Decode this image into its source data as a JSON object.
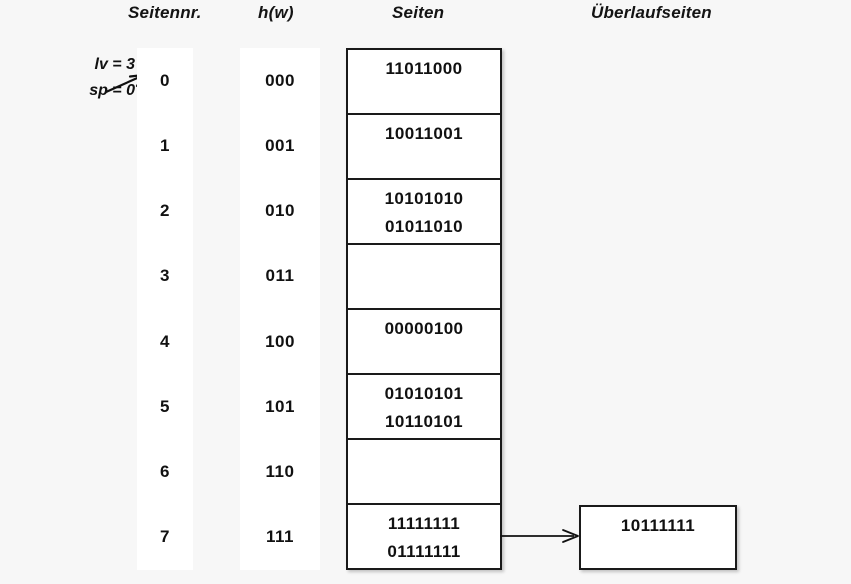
{
  "headers": {
    "seitennr": "Seitennr.",
    "hw": "h(w)",
    "seiten": "Seiten",
    "ueberlaufseiten": "Überlaufseiten"
  },
  "params": {
    "lv": "lv = 3",
    "sp": "sp = 0"
  },
  "rows": [
    {
      "seitennr": "0",
      "hw": "000",
      "entries": [
        "11011000"
      ]
    },
    {
      "seitennr": "1",
      "hw": "001",
      "entries": [
        "10011001"
      ]
    },
    {
      "seitennr": "2",
      "hw": "010",
      "entries": [
        "10101010",
        "01011010"
      ]
    },
    {
      "seitennr": "3",
      "hw": "011",
      "entries": []
    },
    {
      "seitennr": "4",
      "hw": "100",
      "entries": [
        "00000100"
      ]
    },
    {
      "seitennr": "5",
      "hw": "101",
      "entries": [
        "01010101",
        "10110101"
      ]
    },
    {
      "seitennr": "6",
      "hw": "110",
      "entries": []
    },
    {
      "seitennr": "7",
      "hw": "111",
      "entries": [
        "11111111",
        "01111111"
      ]
    }
  ],
  "overflow": {
    "entries": [
      "10111111"
    ],
    "from_row": "7"
  },
  "colors": {
    "page_background": "#f7f7f7",
    "strip_background": "#ffffff",
    "border": "#1a1a1a",
    "text": "#111111"
  },
  "icons": {
    "pointer_arrow": "arrow-up-right-icon",
    "overflow_arrow": "arrow-right-icon"
  }
}
